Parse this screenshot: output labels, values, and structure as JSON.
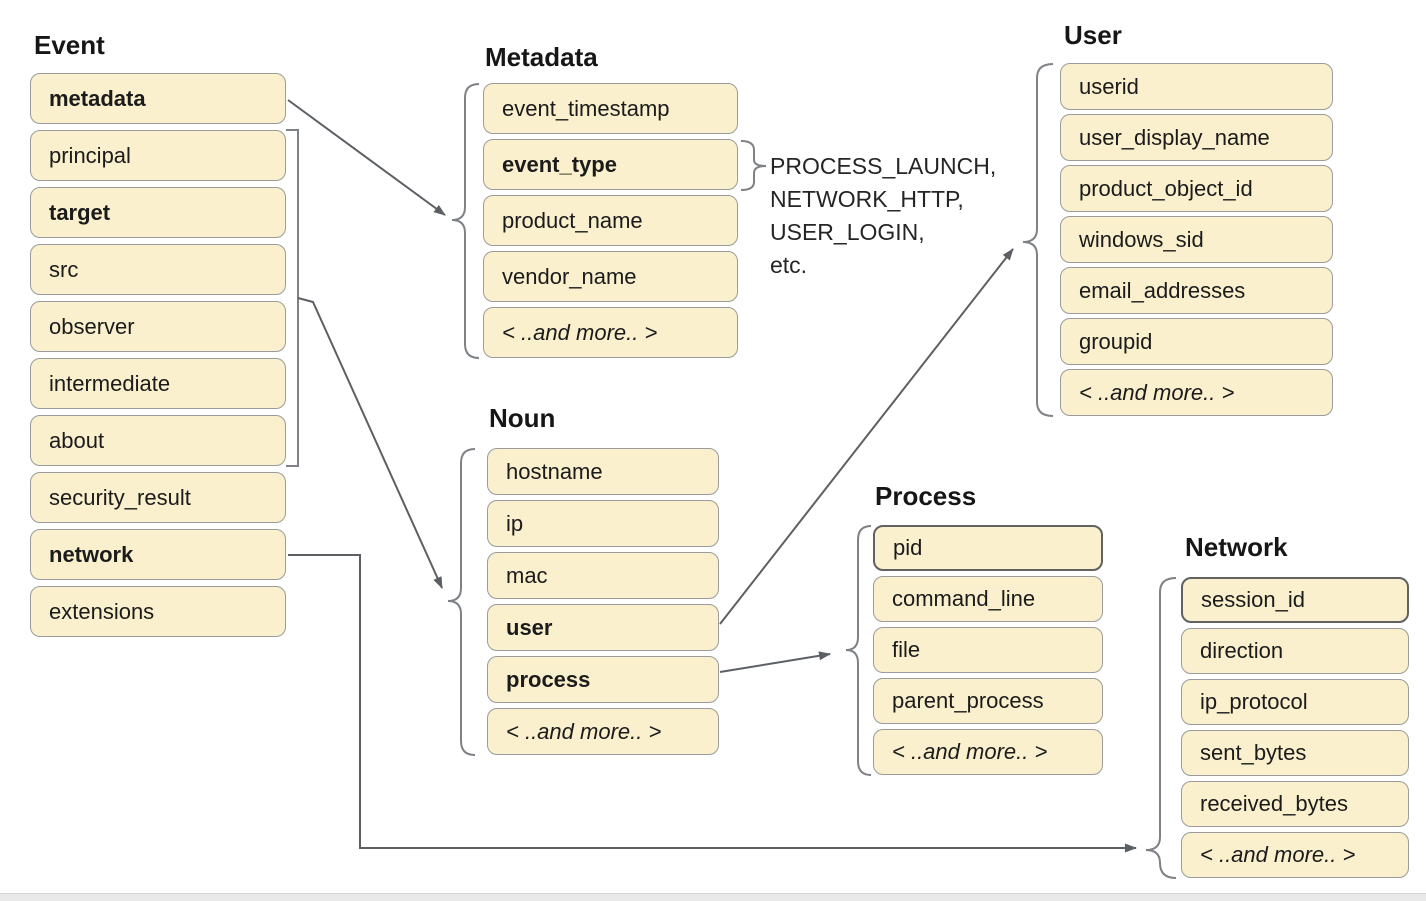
{
  "groups": {
    "event": {
      "title": "Event",
      "fields": [
        {
          "label": "metadata",
          "bold": true
        },
        {
          "label": "principal"
        },
        {
          "label": "target",
          "bold": true
        },
        {
          "label": "src"
        },
        {
          "label": "observer"
        },
        {
          "label": "intermediate"
        },
        {
          "label": "about"
        },
        {
          "label": "security_result"
        },
        {
          "label": "network",
          "bold": true
        },
        {
          "label": "extensions"
        }
      ]
    },
    "metadata": {
      "title": "Metadata",
      "fields": [
        {
          "label": "event_timestamp"
        },
        {
          "label": "event_type",
          "bold": true
        },
        {
          "label": "product_name"
        },
        {
          "label": "vendor_name"
        },
        {
          "label": "< ..and more.. >",
          "more": true
        }
      ]
    },
    "noun": {
      "title": "Noun",
      "fields": [
        {
          "label": "hostname"
        },
        {
          "label": "ip"
        },
        {
          "label": "mac"
        },
        {
          "label": "user",
          "bold": true
        },
        {
          "label": "process",
          "bold": true
        },
        {
          "label": "< ..and more.. >",
          "more": true
        }
      ]
    },
    "process": {
      "title": "Process",
      "fields": [
        {
          "label": "pid"
        },
        {
          "label": "command_line"
        },
        {
          "label": "file"
        },
        {
          "label": "parent_process"
        },
        {
          "label": "< ..and more.. >",
          "more": true
        }
      ]
    },
    "user": {
      "title": "User",
      "fields": [
        {
          "label": "userid"
        },
        {
          "label": "user_display_name"
        },
        {
          "label": "product_object_id"
        },
        {
          "label": "windows_sid"
        },
        {
          "label": "email_addresses"
        },
        {
          "label": "groupid"
        },
        {
          "label": "< ..and more.. >",
          "more": true
        }
      ]
    },
    "network": {
      "title": "Network",
      "fields": [
        {
          "label": "session_id"
        },
        {
          "label": "direction"
        },
        {
          "label": "ip_protocol"
        },
        {
          "label": "sent_bytes"
        },
        {
          "label": "received_bytes"
        },
        {
          "label": "< ..and more.. >",
          "more": true
        }
      ]
    }
  },
  "annotation": {
    "lines": [
      "PROCESS_LAUNCH,",
      "NETWORK_HTTP,",
      "USER_LOGIN,",
      "etc."
    ]
  },
  "connections": [
    {
      "from": "event.metadata",
      "to": "metadata-group"
    },
    {
      "from": "event.principal-through-about",
      "to": "noun-group"
    },
    {
      "from": "noun.user",
      "to": "user-group"
    },
    {
      "from": "noun.process",
      "to": "process-group"
    },
    {
      "from": "event.network",
      "to": "network-group"
    },
    {
      "from": "metadata.event_type",
      "to": "event-type-values"
    }
  ],
  "colors": {
    "box_fill": "#FAF0CD",
    "box_border": "#9B9B9B",
    "strong_border": "#616161",
    "connector": "#5C6064",
    "brace": "#7E8286",
    "text": "#1B1B1B"
  }
}
